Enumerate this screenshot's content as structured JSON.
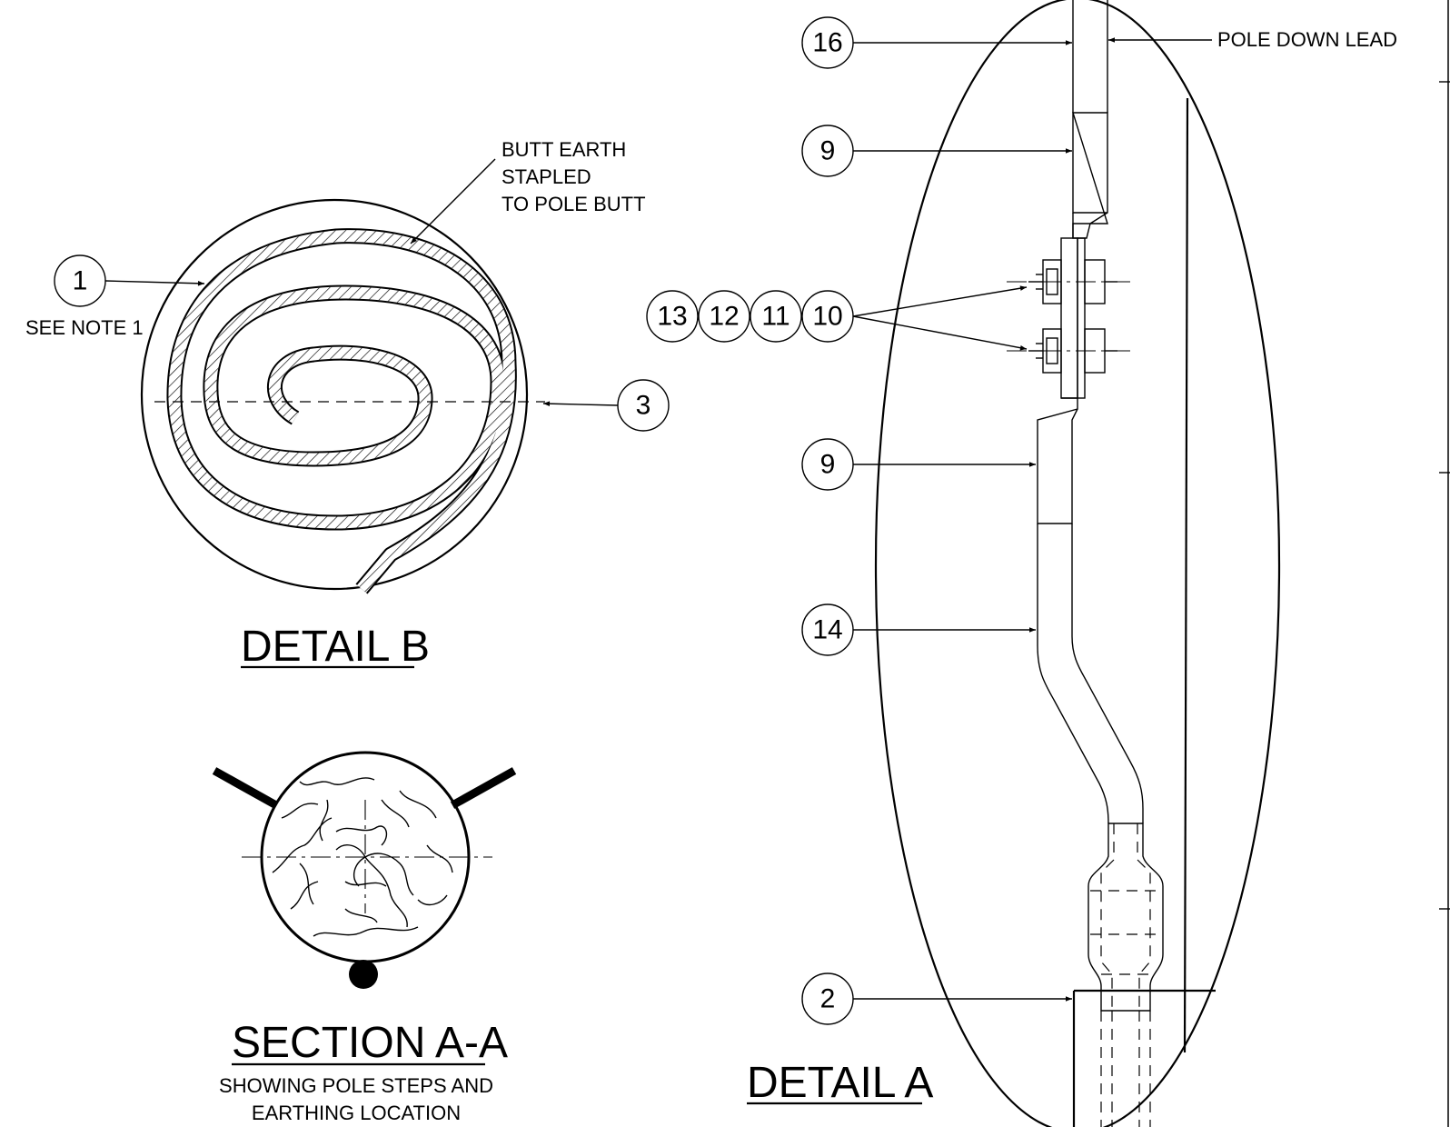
{
  "detail_b": {
    "title": "DETAIL B",
    "note_label": "SEE NOTE 1",
    "butt_earth_line1": "BUTT EARTH",
    "butt_earth_line2": "STAPLED",
    "butt_earth_line3": "TO POLE BUTT",
    "callout_1": "1",
    "callout_3": "3"
  },
  "section_aa": {
    "title": "SECTION A-A",
    "subtitle_line1": "SHOWING POLE STEPS AND",
    "subtitle_line2": "EARTHING LOCATION"
  },
  "detail_a": {
    "title": "DETAIL A",
    "pole_down_lead": "POLE DOWN LEAD",
    "callout_16": "16",
    "callout_9_upper": "9",
    "callout_13": "13",
    "callout_12": "12",
    "callout_11": "11",
    "callout_10": "10",
    "callout_9_lower": "9",
    "callout_14": "14",
    "callout_2": "2"
  }
}
